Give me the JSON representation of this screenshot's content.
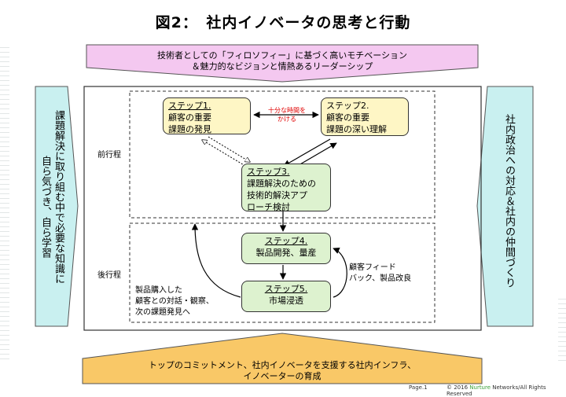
{
  "title": "図2：　社内イノベータの思考と行動",
  "top_banner": {
    "line1": "技術者としての「フィロソフィー」に基づく高いモチベーション",
    "line2": "＆魅力的なビジョンと情熱あるリーダーシップ"
  },
  "bottom_banner": {
    "line1": "トップのコミットメント、社内イノベータを支援する社内インフラ、",
    "line2": "イノベーターの育成"
  },
  "left_arrow": {
    "col1": "課題解決に取り組む中で必要な知識に",
    "col2": "自ら気づき、自ら学習"
  },
  "right_arrow": {
    "col1": "社内政治への対応＆社内の仲間づくり"
  },
  "phases": {
    "front": "前行程",
    "back": "後行程"
  },
  "steps": [
    {
      "label": "ステップ1.",
      "text": [
        "顧客の重要",
        "課題の発見"
      ]
    },
    {
      "label": "ステップ2.",
      "text": [
        "顧客の重要",
        "課題の深い理解"
      ]
    },
    {
      "label": "ステップ3.",
      "text": [
        "課題解決のための",
        "技術的解決アプ",
        "ローチ検討"
      ]
    },
    {
      "label": "ステップ4.",
      "text": [
        "製品開発、量産"
      ]
    },
    {
      "label": "ステップ5.",
      "text": [
        "市場浸透"
      ]
    }
  ],
  "time_note": [
    "十分な時間を",
    "かける"
  ],
  "feedback_note": [
    "顧客フィード",
    "バック、製品改良"
  ],
  "purchase_note": [
    "製品購入した",
    "顧客との対話・観察、",
    "次の課題発見へ"
  ],
  "footer": {
    "page": "Page.1",
    "copyright_prefix": "© 2016 ",
    "brand": "Nurture",
    "copyright_suffix": " Networks/All Rights Reserved"
  },
  "colors": {
    "top_banner": "#f4c8f0",
    "bottom_banner": "#f9c867",
    "side_arrows": "#c9f0f0",
    "step_yellow": "#fef6c5",
    "step_green": "#ddf2cf",
    "time_note": "#e00000",
    "brand": "#3aa13a"
  }
}
